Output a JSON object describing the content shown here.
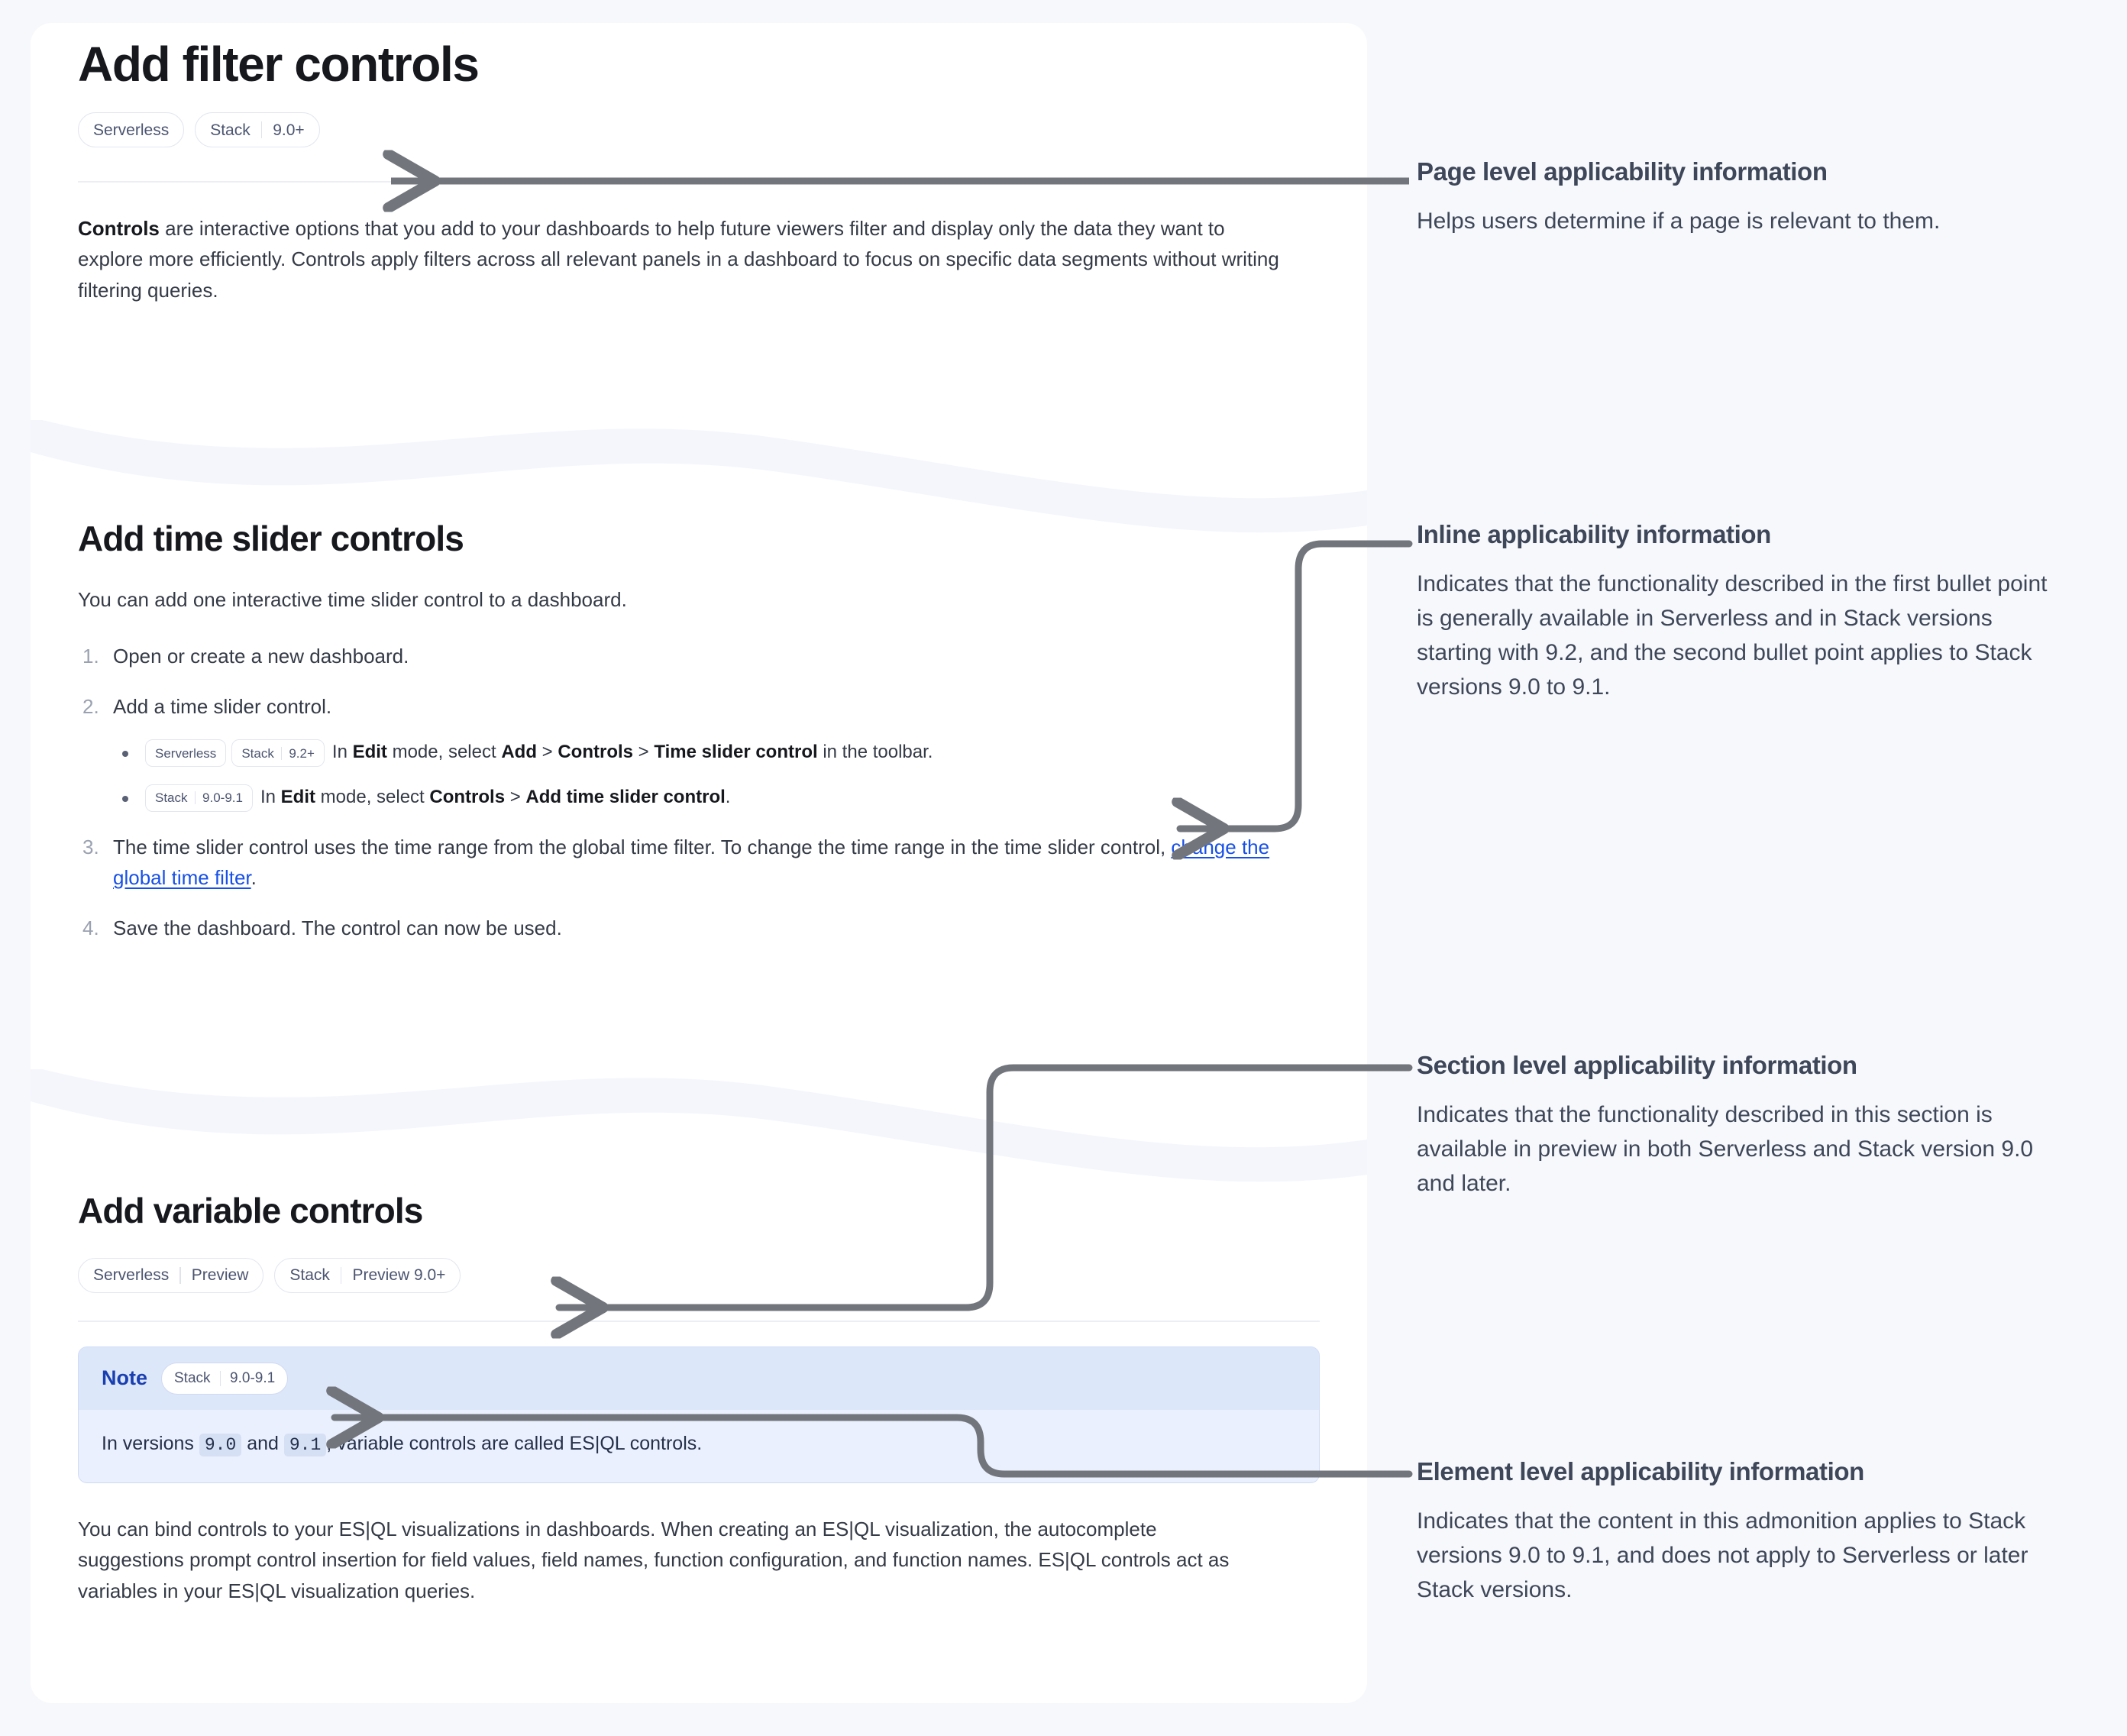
{
  "doc": {
    "page_title": "Add filter controls",
    "page_badges": [
      {
        "segments": [
          "Serverless"
        ]
      },
      {
        "segments": [
          "Stack",
          "9.0+"
        ]
      }
    ],
    "intro": {
      "lead": "Controls",
      "rest": " are interactive options that you add to your dashboards to help future viewers filter and display only the data they want to explore more efficiently. Controls apply filters across all relevant panels in a dashboard to focus on specific data segments without writing filtering queries."
    },
    "section_time_slider": {
      "title": "Add time slider controls",
      "intro": "You can add one interactive time slider control to a dashboard.",
      "steps": [
        {
          "text": "Open or create a new dashboard."
        },
        {
          "text": "Add a time slider control."
        },
        {
          "text_before_link": "The time slider control uses the time range from the global time filter. To change the time range in the time slider control, ",
          "link": "change the global time filter",
          "text_after_link": "."
        },
        {
          "text": "Save the dashboard. The control can now be used."
        }
      ],
      "sub_bullets": [
        {
          "badges": [
            {
              "segments": [
                "Serverless"
              ]
            },
            {
              "segments": [
                "Stack",
                "9.2+"
              ]
            }
          ],
          "parts": [
            {
              "t": "In ",
              "b": false
            },
            {
              "t": "Edit",
              "b": true
            },
            {
              "t": " mode, select ",
              "b": false
            },
            {
              "t": "Add",
              "b": true
            },
            {
              "t": " > ",
              "b": false
            },
            {
              "t": "Controls",
              "b": true
            },
            {
              "t": " > ",
              "b": false
            },
            {
              "t": "Time slider control",
              "b": true
            },
            {
              "t": " in the toolbar.",
              "b": false
            }
          ]
        },
        {
          "badges": [
            {
              "segments": [
                "Stack",
                "9.0-9.1"
              ]
            }
          ],
          "parts": [
            {
              "t": "In ",
              "b": false
            },
            {
              "t": "Edit",
              "b": true
            },
            {
              "t": " mode, select ",
              "b": false
            },
            {
              "t": "Controls",
              "b": true
            },
            {
              "t": " > ",
              "b": false
            },
            {
              "t": "Add time slider control",
              "b": true
            },
            {
              "t": ".",
              "b": false
            }
          ]
        }
      ]
    },
    "section_variable": {
      "title": "Add variable controls",
      "badges": [
        {
          "segments": [
            "Serverless",
            "Preview"
          ]
        },
        {
          "segments": [
            "Stack",
            "Preview 9.0+"
          ]
        }
      ],
      "note": {
        "label": "Note",
        "badge": {
          "segments": [
            "Stack",
            "9.0-9.1"
          ]
        },
        "body_parts": [
          {
            "t": "In versions ",
            "code": false
          },
          {
            "t": "9.0",
            "code": true
          },
          {
            "t": " and ",
            "code": false
          },
          {
            "t": "9.1",
            "code": true
          },
          {
            "t": ", variable controls are called ES|QL controls.",
            "code": false
          }
        ]
      },
      "body": "You can bind controls to your ES|QL visualizations in dashboards. When creating an ES|QL visualization, the autocomplete suggestions prompt control insertion for field values, field names, function configuration, and function names. ES|QL controls act as variables in your ES|QL visualization queries."
    }
  },
  "annotations": [
    {
      "id": "page-level",
      "title": "Page level applicability information",
      "body": "Helps users determine if a page is relevant to them."
    },
    {
      "id": "inline",
      "title": "Inline applicability information",
      "body": "Indicates that the functionality described in the first bullet point is generally available in Serverless and in Stack versions starting with 9.2, and the second bullet point applies to Stack versions 9.0 to 9.1."
    },
    {
      "id": "section-level",
      "title": "Section level applicability information",
      "body": "Indicates that the functionality described in this section is available in preview in both Serverless and Stack version 9.0 and later."
    },
    {
      "id": "element-level",
      "title": "Element level applicability information",
      "body": "Indicates that the content in this admonition applies to Stack versions 9.0 to 9.1, and does not apply to Serverless or later Stack versions."
    }
  ],
  "colors": {
    "page_bg": "#f7f8fb",
    "card_bg": "#ffffff",
    "badge_text": "#4c5571",
    "arrow": "#72767c",
    "link": "#1750e8",
    "note_bg": "#e8eefc",
    "note_title": "#1a3fb0",
    "annotation_text": "#3e4759"
  }
}
